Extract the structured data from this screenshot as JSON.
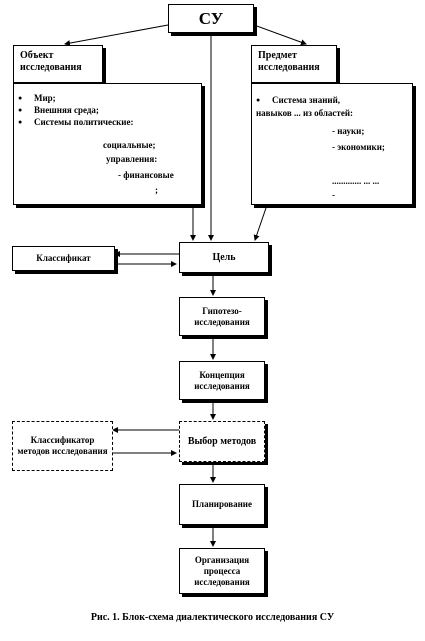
{
  "nodes": {
    "su": "СУ",
    "object": "Объект исследования",
    "subject": "Предмет исследования",
    "goal": "Цель",
    "classifier_left": "Классификат",
    "hypothesis": "Гипотезо-исследования",
    "concept": "Концепция исследования",
    "methods_choice": "Выбор методов",
    "methods_classifier": "Классификатор методов исследования",
    "planning": "Планирование",
    "organization": "Организация процесса исследования"
  },
  "object_list": {
    "items": [
      "Мир;",
      "Внешняя среда;",
      "Системы политические:"
    ],
    "sub1": "социальные;",
    "sub2": "управления:",
    "sub3": "- финансовые",
    "sub4": ";"
  },
  "subject_list": {
    "item": "Система знаний,",
    "line2": "навыков ... из областей:",
    "sub1": "- науки;",
    "sub2": "- экономики;",
    "dots": "............. ... ...",
    "dash": "-"
  },
  "caption": "Рис. 1. Блок-схема диалектического исследования СУ"
}
